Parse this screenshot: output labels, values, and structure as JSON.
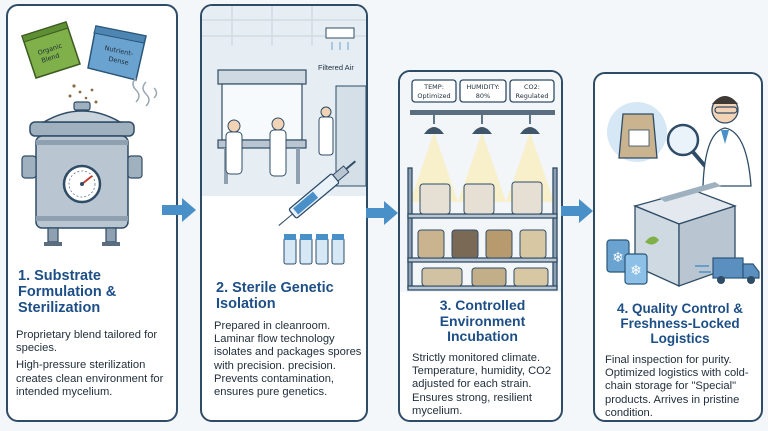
{
  "steps": [
    {
      "title_line1": "1. Substrate",
      "title_line2": "Formulation &",
      "title_line3": "Sterilization",
      "bag_left": [
        "Organic",
        "Blend"
      ],
      "bag_right": [
        "Nutrient-",
        "Dense"
      ],
      "text_1": "Proprietary blend tailored for species.",
      "text_2": "High-pressure sterilization creates clean environment for intended mycelium."
    },
    {
      "title_line1": "2. Sterile Genetic",
      "title_line2": "Isolation",
      "air_label": "Filtered Air",
      "text": "Prepared in cleanroom. Laminar flow technology isolates and packages spores with precision. precision. Prevents contamination, ensures pure genetics."
    },
    {
      "title_line1": "3. Controlled",
      "title_line2": "Environment",
      "title_line3": "Incubation",
      "sign_temp": [
        "TEMP:",
        "Optimized"
      ],
      "sign_humidity": [
        "HUMIDITY:",
        "80%"
      ],
      "sign_co2": [
        "CO2:",
        "Regulated"
      ],
      "text": "Strictly monitored climate. Temperature, humidity, CO2 adjusted for each strain. Ensures strong, resilient mycelium."
    },
    {
      "title_line1": "4. Quality Control &",
      "title_line2": "Freshness-Locked",
      "title_line3": "Logistics",
      "text": "Final inspection for purity. Optimized logistics with cold-chain storage for \"Special\" products. Arrives in pristine condition."
    }
  ],
  "colors": {
    "panel_border": "#2f4c66",
    "title": "#1d4f86",
    "arrow": "#4a90c8",
    "green_bag": "#7fb04a",
    "blue_bag": "#6aa3cf",
    "metal": "#b9c6d2"
  }
}
